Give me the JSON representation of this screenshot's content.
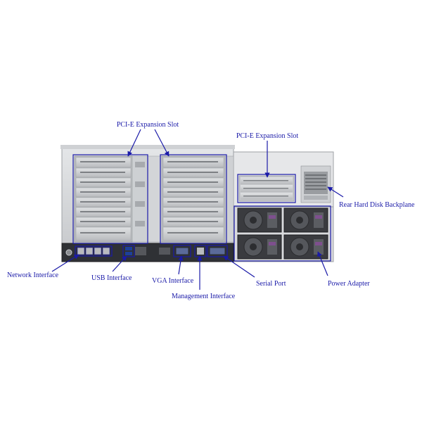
{
  "labels": {
    "pcie_left": "PCI-E Expansion Slot",
    "pcie_right": "PCI-E Expansion Slot",
    "rear_backplane": "Rear Hard Disk Backplane",
    "network": "Network Interface",
    "usb": "USB Interface",
    "vga": "VGA Interface",
    "management": "Management Interface",
    "serial": "Serial Port",
    "power": "Power Adapter"
  },
  "colors": {
    "annotation": "#1a1aa8",
    "chassis": "#d4d6d9",
    "chassis_dark": "#2b2d31",
    "slot": "#c9cbce",
    "psu_fan": "#3a3b3f",
    "accent_purple": "#7e4f8e"
  },
  "diagram": {
    "left_slot_count": 8,
    "right_slot_count": 8,
    "network_port_count": 4,
    "psu_count": 4
  }
}
